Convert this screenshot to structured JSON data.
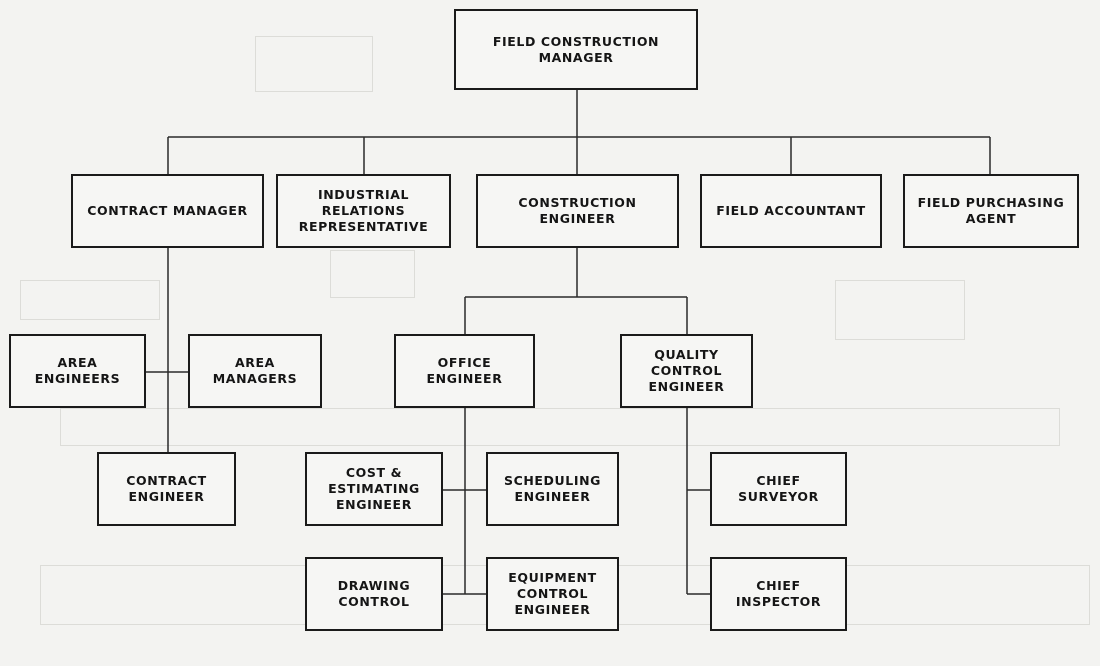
{
  "org_chart": {
    "top": {
      "label": "FIELD CONSTRUCTION MANAGER"
    },
    "level1": {
      "contract_manager": "CONTRACT MANAGER",
      "industrial_relations": "INDUSTRIAL RELATIONS\nREPRESENTATIVE",
      "construction_engineer": "CONSTRUCTION ENGINEER",
      "field_accountant": "FIELD ACCOUNTANT",
      "field_purchasing_agent": "FIELD PURCHASING\nAGENT"
    },
    "contract_branch": {
      "area_engineers": "AREA\nENGINEERS",
      "area_managers": "AREA\nMANAGERS",
      "contract_engineer": "CONTRACT\nENGINEER"
    },
    "construction_branch": {
      "office_engineer": "OFFICE\nENGINEER",
      "quality_control_engineer": "QUALITY\nCONTROL\nENGINEER"
    },
    "office_branch": {
      "cost_estimating_engineer": "COST &\nESTIMATING\nENGINEER",
      "scheduling_engineer": "SCHEDULING\nENGINEER",
      "drawing_control": "DRAWING\nCONTROL",
      "equipment_control_engineer": "EQUIPMENT\nCONTROL\nENGINEER"
    },
    "qc_branch": {
      "chief_surveyor": "CHIEF\nSURVEYOR",
      "chief_inspector": "CHIEF\nINSPECTOR"
    }
  }
}
